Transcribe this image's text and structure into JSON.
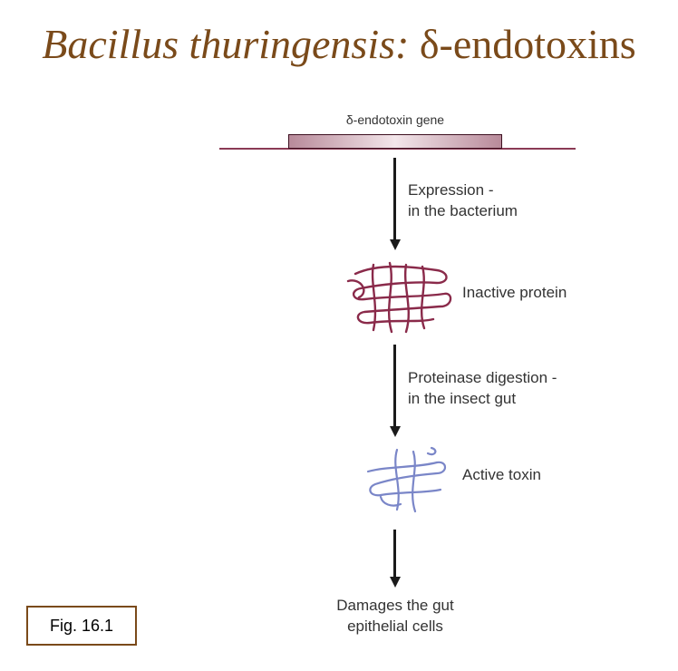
{
  "title": {
    "italic": "Bacillus thuringensis:",
    "regular": " δ-endotoxins"
  },
  "gene": {
    "label": "δ-endotoxin gene"
  },
  "steps": {
    "expression": {
      "line1": "Expression -",
      "line2": "in the bacterium"
    },
    "inactive": {
      "label": "Inactive protein"
    },
    "digestion": {
      "line1": "Proteinase digestion -",
      "line2": "in the insect gut"
    },
    "active": {
      "label": "Active toxin"
    },
    "damage": {
      "line1": "Damages the gut",
      "line2": "epithelial cells"
    }
  },
  "figure_label": "Fig. 16.1",
  "colors": {
    "title": "#7a4a1a",
    "gene": "#8a3a55",
    "inactive_protein": "#8a2a4a",
    "active_toxin": "#7a86c8"
  }
}
